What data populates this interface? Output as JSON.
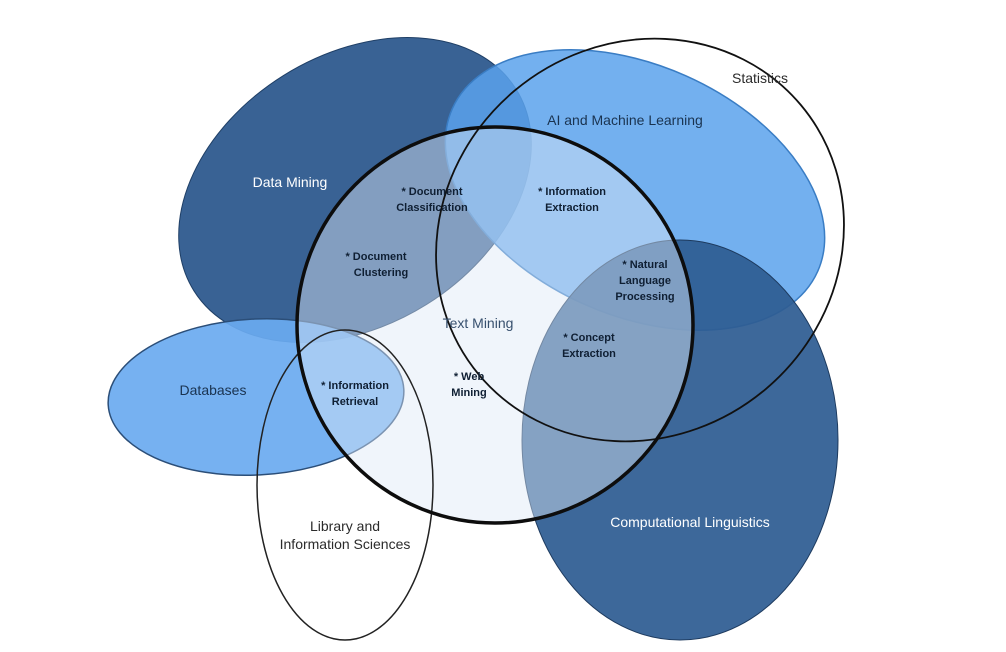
{
  "colors": {
    "data_mining": "#2e5a8e",
    "ai_ml": "#5aa2ec",
    "databases": "#6aaaf0",
    "computational_linguistics": "#2e5d92",
    "text_mining": "#dde9f6",
    "outline": "#0d0d0d",
    "statistics_outline": "#111111",
    "library_outline": "#222222"
  },
  "fields": {
    "data_mining": "Data Mining",
    "ai_ml": "AI and Machine Learning",
    "statistics": "Statistics",
    "databases": "Databases",
    "library_line1": "Library and",
    "library_line2": "Information Sciences",
    "computational_linguistics": "Computational Linguistics",
    "text_mining": "Text Mining"
  },
  "applications": {
    "doc_classification_1": "* Document",
    "doc_classification_2": "Classification",
    "info_extraction_1": "* Information",
    "info_extraction_2": "Extraction",
    "doc_clustering_1": "* Document",
    "doc_clustering_2": "Clustering",
    "nlp_1": "* Natural",
    "nlp_2": "Language",
    "nlp_3": "Processing",
    "concept_extraction_1": "* Concept",
    "concept_extraction_2": "Extraction",
    "info_retrieval_1": "* Information",
    "info_retrieval_2": "Retrieval",
    "web_mining_1": "* Web",
    "web_mining_2": "Mining"
  }
}
